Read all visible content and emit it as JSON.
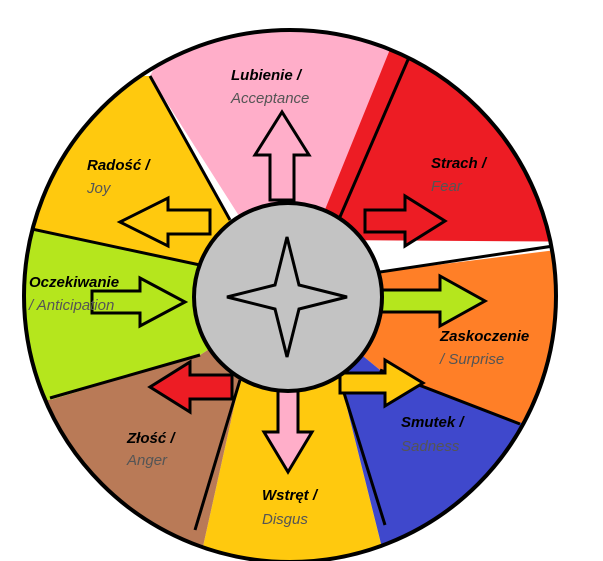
{
  "colors": {
    "outline": "#000000",
    "hub": "#c3c3c3",
    "background": "#ffffff"
  },
  "emotions": [
    {
      "id": "acceptance",
      "label_pl": "Lubienie /",
      "label_en": "Acceptance",
      "color": "#ffaec9",
      "arrow_color": "#ffaec9",
      "arrow_direction": "up",
      "icon": "arrow-up"
    },
    {
      "id": "fear",
      "label_pl": "Strach /",
      "label_en": "Fear",
      "color": "#ed1c24",
      "arrow_color": "#ed1c24",
      "arrow_direction": "right",
      "icon": "arrow-right"
    },
    {
      "id": "surprise",
      "label_pl": "Zaskoczenie",
      "label_en": "/ Surprise",
      "color": "#ff7f27",
      "arrow_color": "#b5e61d",
      "arrow_direction": "right",
      "icon": "arrow-right"
    },
    {
      "id": "sadness",
      "label_pl": "Smutek /",
      "label_en": "Sadness",
      "color": "#3f48cc",
      "arrow_color": "#ffc90e",
      "arrow_direction": "right",
      "icon": "arrow-right"
    },
    {
      "id": "disgust",
      "label_pl": "Wstręt /",
      "label_en": "Disgus",
      "color": "#ffc90e",
      "arrow_color": "#ffaec9",
      "arrow_direction": "down",
      "icon": "arrow-down"
    },
    {
      "id": "anger",
      "label_pl": "Złość /",
      "label_en": "Anger",
      "color": "#b97a57",
      "arrow_color": "#ed1c24",
      "arrow_direction": "left",
      "icon": "arrow-left"
    },
    {
      "id": "anticipation",
      "label_pl": "Oczekiwanie",
      "label_en": "/ Anticipation",
      "color": "#b5e61d",
      "arrow_color": "#b5e61d",
      "arrow_direction": "right",
      "icon": "arrow-right"
    },
    {
      "id": "joy",
      "label_pl": "Radość /",
      "label_en": "Joy",
      "color": "#ffc90e",
      "arrow_color": "#ffc90e",
      "arrow_direction": "left",
      "icon": "arrow-left"
    }
  ],
  "hub_icon": "four-point-star-icon"
}
